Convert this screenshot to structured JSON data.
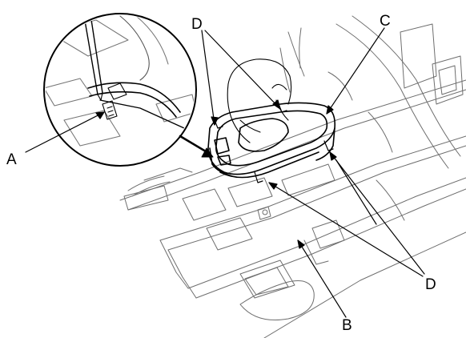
{
  "callouts": {
    "a": "A",
    "b": "B",
    "c": "C",
    "d_top": "D",
    "d_bottom": "D"
  },
  "colors": {
    "line": "#000000",
    "paper": "#ffffff",
    "soft": "#9a9a9a"
  }
}
